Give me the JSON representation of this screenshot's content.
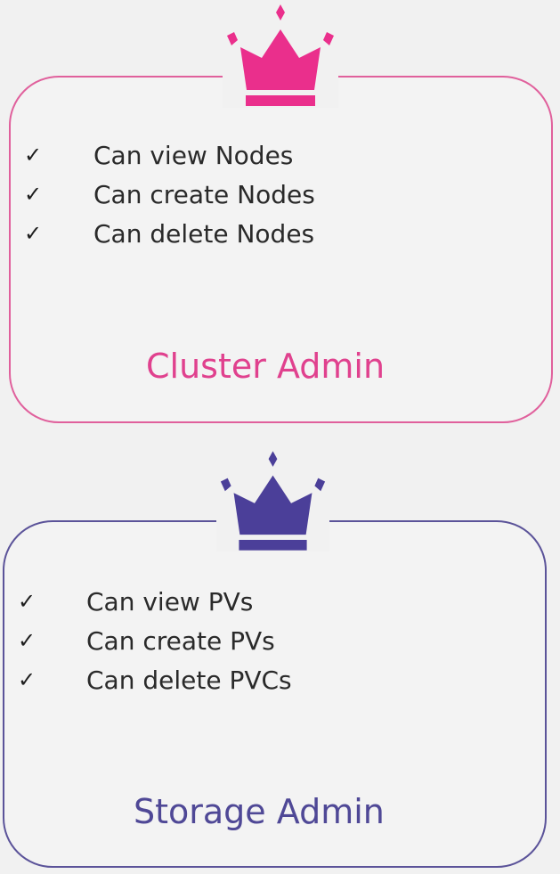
{
  "colors": {
    "background": "#f1f1f1",
    "cluster_accent": "#ea2f8c",
    "cluster_border": "#e0609c",
    "cluster_title": "#e0418e",
    "storage_accent": "#4b3f99",
    "storage_border": "#5b5399",
    "storage_title": "#4f4896",
    "text": "#2a2a2a"
  },
  "roles": [
    {
      "title": "Cluster Admin",
      "icon": "crown-icon",
      "permissions": [
        {
          "check": "✓",
          "label": "Can view Nodes"
        },
        {
          "check": "✓",
          "label": "Can create Nodes"
        },
        {
          "check": "✓",
          "label": "Can delete Nodes"
        }
      ]
    },
    {
      "title": "Storage Admin",
      "icon": "crown-icon",
      "permissions": [
        {
          "check": "✓",
          "label": "Can view PVs"
        },
        {
          "check": "✓",
          "label": "Can create PVs"
        },
        {
          "check": "✓",
          "label": "Can delete PVCs"
        }
      ]
    }
  ]
}
